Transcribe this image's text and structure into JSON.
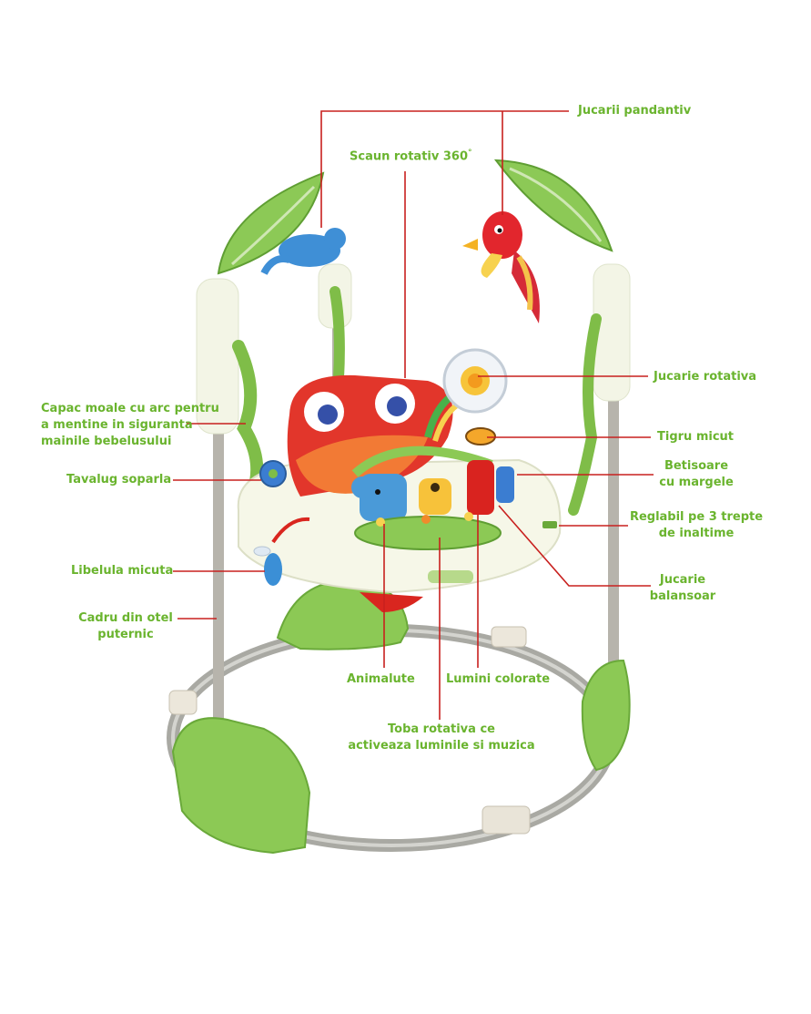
{
  "colors": {
    "label_text": "#6ab42e",
    "leader_line": "#c8201e"
  },
  "labels": {
    "jucarii_pandantiv": "Jucarii pandantiv",
    "scaun_rotativ": "Scaun rotativ 360",
    "scaun_rotativ_degree": "°",
    "capac_moale": "Capac moale cu arc pentru\na mentine in siguranta\nmainile bebelusului",
    "tavalug_soparla": "Tavalug soparla",
    "libelula_micuta": "Libelula micuta",
    "cadru_otel": "Cadru din otel\nputernic",
    "animalute": "Animalute",
    "lumini_colorate": "Lumini colorate",
    "toba_rotativa": "Toba rotativa ce\nactiveaza luminile si muzica",
    "jucarie_rotativa": "Jucarie rotativa",
    "tigru_micut": "Tigru micut",
    "betisoare": "Betisoare\ncu margele",
    "reglabil": "Reglabil pe 3 trepte\nde inaltime",
    "jucarie_balansoar": "Jucarie\nbalansoar"
  }
}
